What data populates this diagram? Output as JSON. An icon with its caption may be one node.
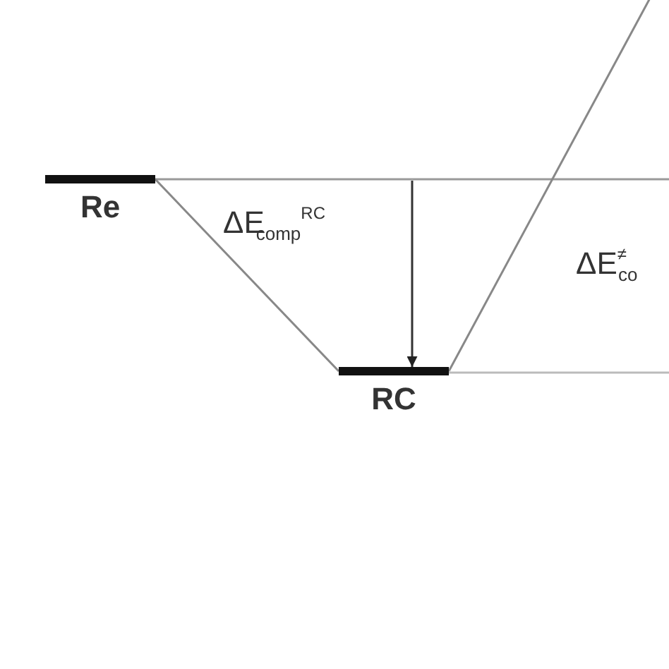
{
  "diagram": {
    "nodes": [
      {
        "text": [
          "Re"
        ]
      },
      {
        "text": [
          "RC"
        ]
      }
    ],
    "edges": [
      {
        "from": 0,
        "to": 1,
        "arrow": "none"
      },
      {
        "from": null,
        "to": 1,
        "arrow": "to"
      },
      {
        "from": 1,
        "to": null,
        "arrow": "none"
      }
    ],
    "labels": [
      "ΔE$_{comp}$$^{RC}$",
      "ΔE$^{≠}$$_{co}$"
    ]
  }
}
